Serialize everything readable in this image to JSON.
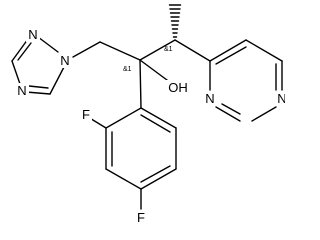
{
  "atoms": {
    "triazole_n1": "N",
    "triazole_n2": "N",
    "triazole_n4": "N",
    "hydroxyl": "OH",
    "pyrimidine_n1": "N",
    "pyrimidine_n3": "N",
    "fluorine_ortho": "F",
    "fluorine_para": "F"
  },
  "stereo_labels": {
    "c2": "&1",
    "c3": "&1"
  }
}
